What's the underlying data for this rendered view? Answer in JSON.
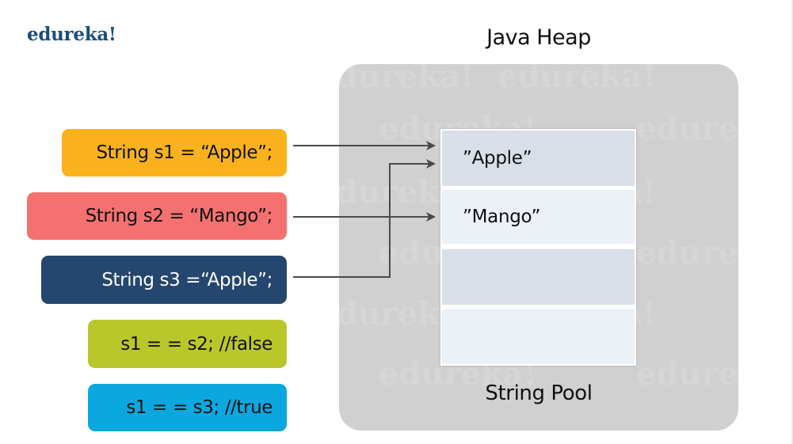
{
  "brand": {
    "logo_text": "edureka!",
    "logo_color": "#1b4f78",
    "watermark_text": "edureka!"
  },
  "heap": {
    "title": "Java Heap",
    "background_color": "#d0d0d0"
  },
  "string_pool": {
    "label": "String Pool",
    "slots": [
      {
        "value": "”Apple”",
        "color": "#d9dfe9"
      },
      {
        "value": "”Mango”",
        "color": "#ecf0f7"
      },
      {
        "value": "",
        "color": "#d9dfe9"
      },
      {
        "value": "",
        "color": "#ecf0f7"
      }
    ]
  },
  "statements": [
    {
      "id": "s1",
      "code": "String s1 = “Apple”;",
      "color": "#f9b21b",
      "points_to_slot": 0
    },
    {
      "id": "s2",
      "code": "String s2 = “Mango”;",
      "color": "#f47170",
      "points_to_slot": 1
    },
    {
      "id": "s3",
      "code": "String s3 =“Apple”;",
      "color": "#25466e",
      "points_to_slot": 0
    }
  ],
  "comparisons": [
    {
      "id": "cmp-false",
      "code": "s1 = = s2; //false",
      "color": "#b9c72b",
      "result": "false"
    },
    {
      "id": "cmp-true",
      "code": "s1 = = s3; //true",
      "color": "#0ba8e0",
      "result": "true"
    }
  ],
  "arrow_color": "#4a4a4a"
}
